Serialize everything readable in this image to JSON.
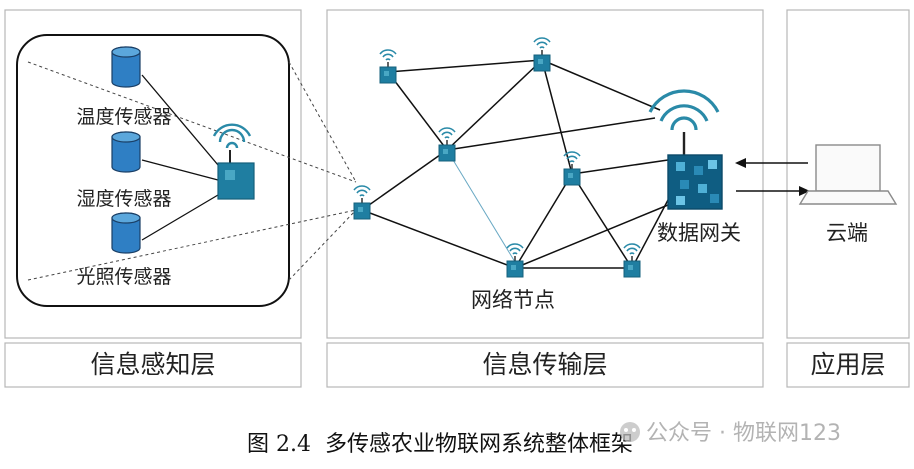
{
  "layers": {
    "perception": "信息感知层",
    "transmission": "信息传输层",
    "application": "应用层"
  },
  "sensors": {
    "temperature": "温度传感器",
    "humidity": "湿度传感器",
    "light": "光照传感器"
  },
  "labels": {
    "network_node": "网络节点",
    "gateway": "数据网关",
    "cloud": "云端"
  },
  "caption": "图 2.4  多传感农业物联网系统整体框架",
  "watermark": "公众号 · 物联网123",
  "colors": {
    "node_blue": "#1f7ea1",
    "sensor_blue": "#2f7fc4",
    "panel_border": "#b7b7b7",
    "text": "#222222"
  }
}
